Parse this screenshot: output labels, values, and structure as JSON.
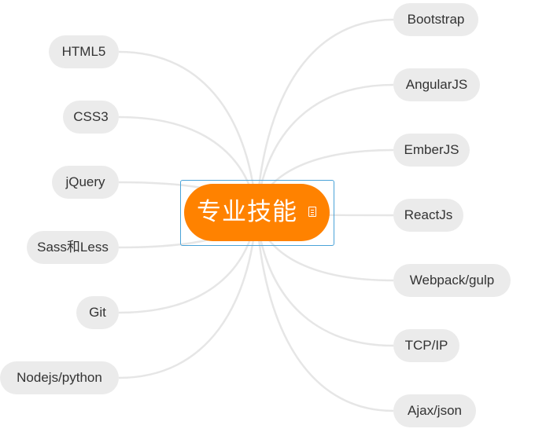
{
  "center": {
    "label": "专业技能",
    "fill_color": "#ff8200",
    "frame_color": "#4aa3d8",
    "has_note_icon": true
  },
  "left_branches": [
    {
      "label": "HTML5"
    },
    {
      "label": "CSS3"
    },
    {
      "label": "jQuery"
    },
    {
      "label": "Sass和Less"
    },
    {
      "label": "Git"
    },
    {
      "label": "Nodejs/python"
    }
  ],
  "right_branches": [
    {
      "label": "Bootstrap"
    },
    {
      "label": "AngularJS"
    },
    {
      "label": "EmberJS"
    },
    {
      "label": "ReactJs"
    },
    {
      "label": "Webpack/gulp"
    },
    {
      "label": "TCP/IP"
    },
    {
      "label": "Ajax/json"
    }
  ],
  "colors": {
    "branch_fill": "#ebebeb",
    "branch_text": "#333333",
    "connector": "#e6e6e6"
  }
}
